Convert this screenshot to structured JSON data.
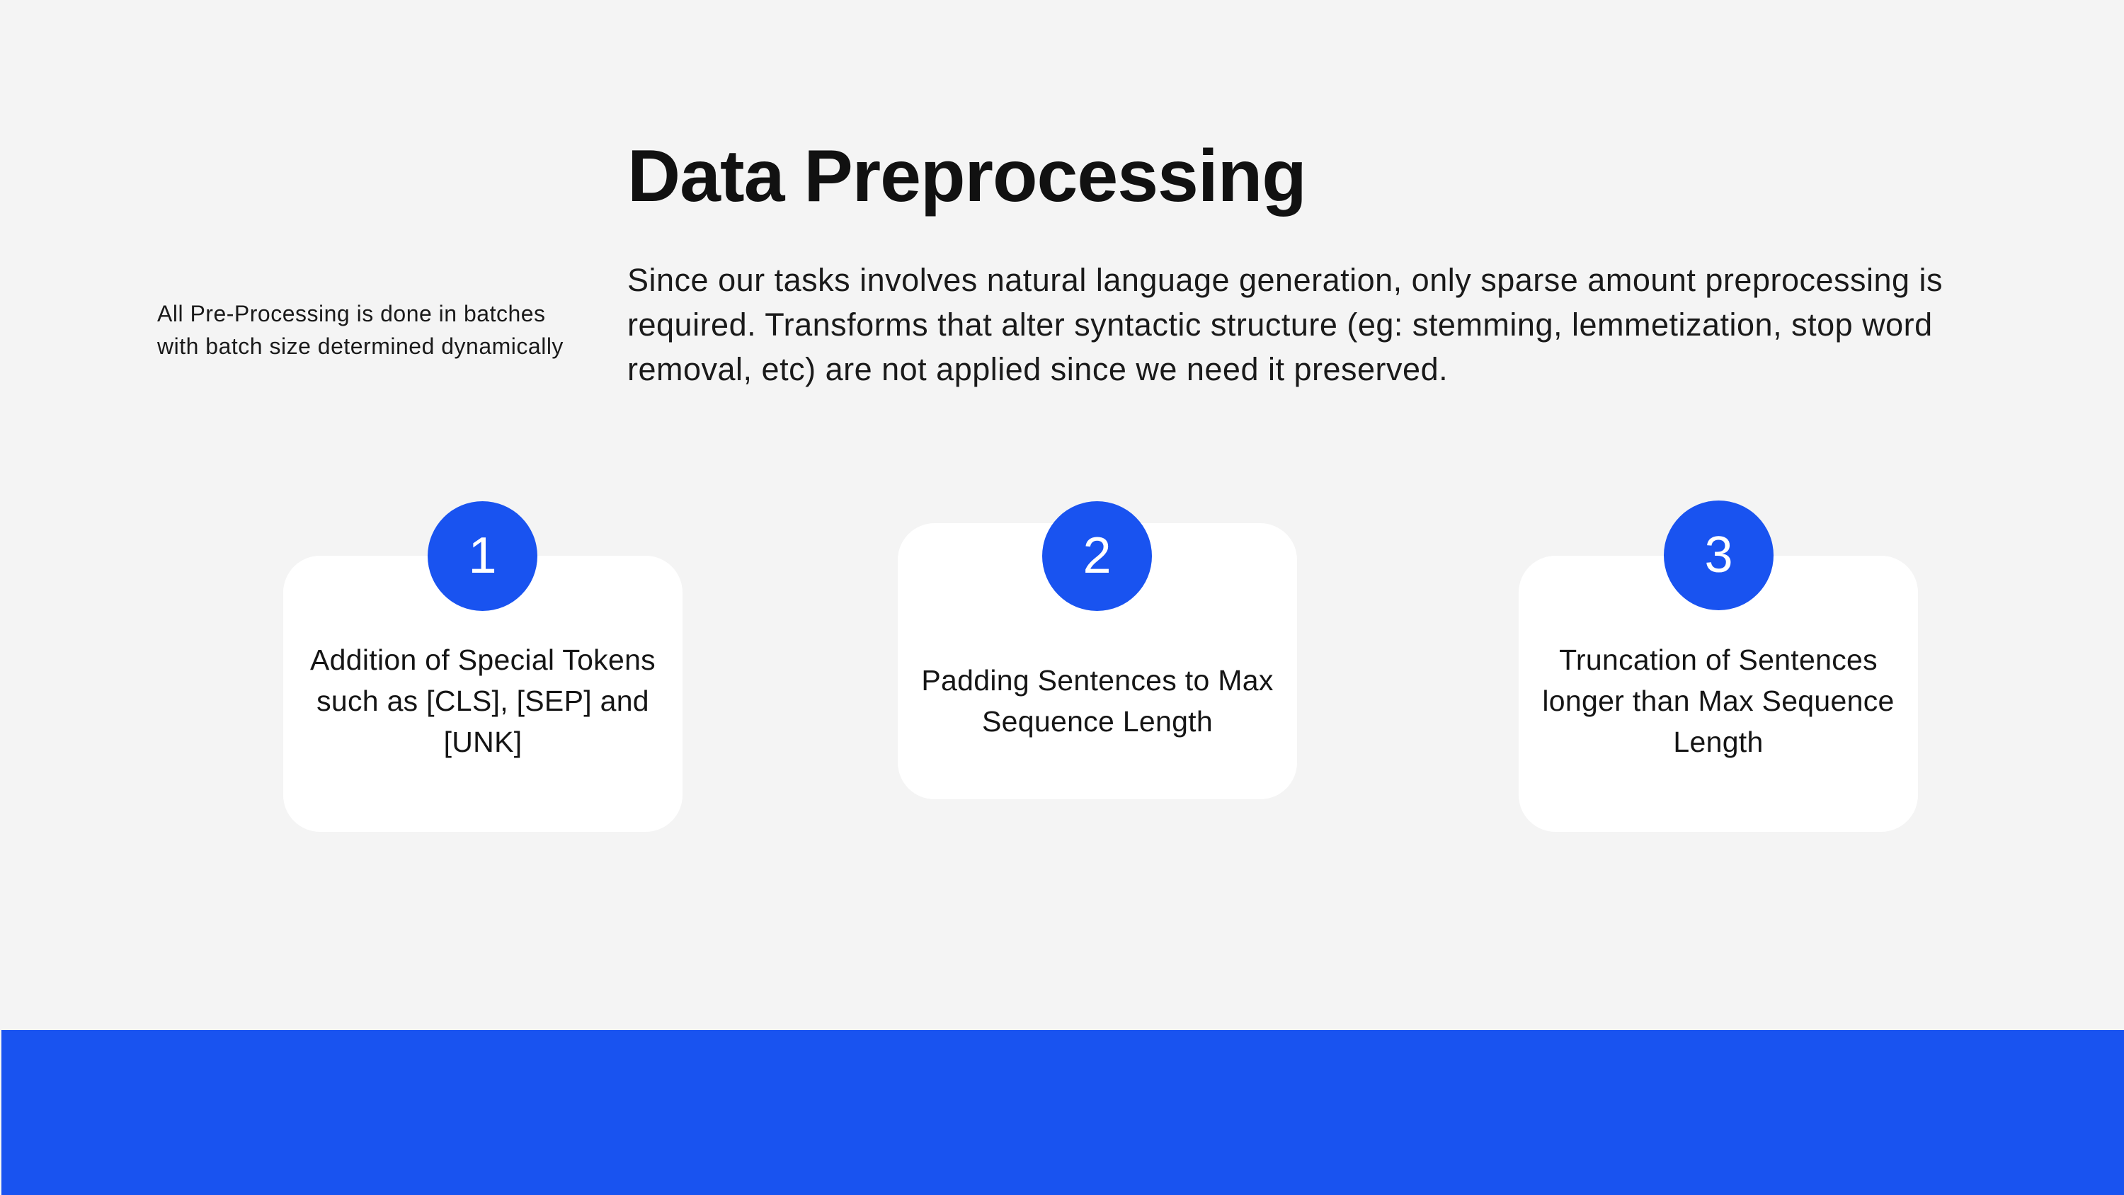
{
  "slide": {
    "title": "Data Preprocessing",
    "intro": "Since our tasks involves natural language generation, only sparse amount preprocessing is required. Transforms that alter syntactic structure (eg: stemming, lemmetization, stop word removal, etc) are not applied since we need it preserved.",
    "side_note": "All Pre-Processing is done in batches with batch size determined dynamically"
  },
  "steps": [
    {
      "number": "1",
      "text": "Addition of Special Tokens such as [CLS], [SEP] and [UNK]"
    },
    {
      "number": "2",
      "text": "Padding Sentences to Max Sequence Length"
    },
    {
      "number": "3",
      "text": "Truncation of Sentences longer than Max Sequence Length"
    }
  ],
  "colors": {
    "accent": "#1953f0",
    "background": "#f4f4f4",
    "card": "#ffffff",
    "text": "#111111"
  }
}
